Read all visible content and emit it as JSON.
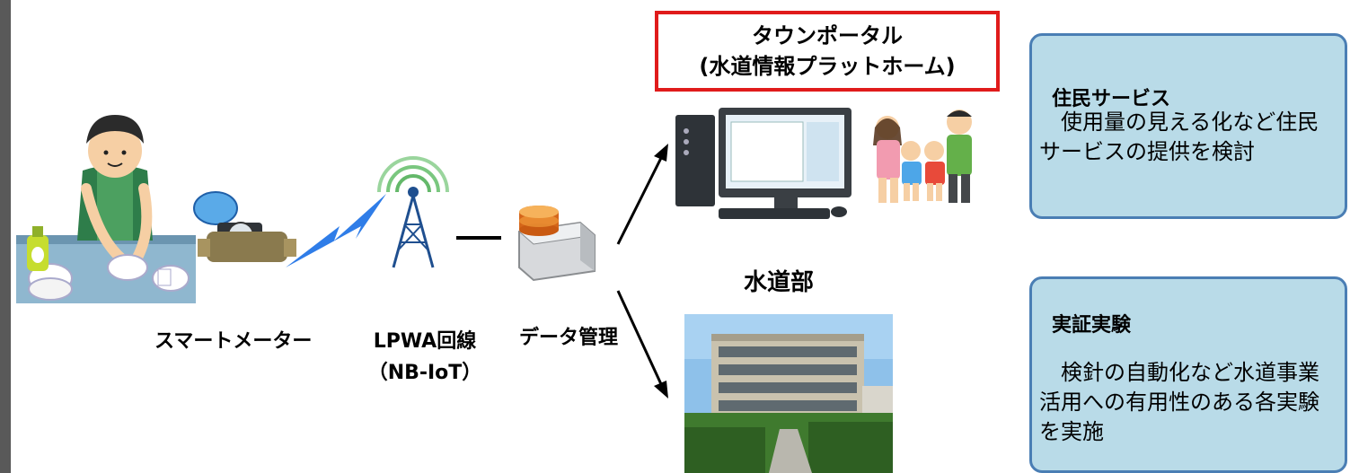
{
  "portal": {
    "line1": "タウンポータル",
    "line2": "(水道情報プラットホーム)"
  },
  "labels": {
    "smart_meter": "スマートメーター",
    "lpwa_line1": "LPWA回線",
    "lpwa_line2": "（NB-IoT）",
    "data_mgmt": "データ管理",
    "water_dept": "水道部"
  },
  "cards": {
    "resident": {
      "title": "住民サービス",
      "body": "　使用量の見える化など住民サービスの提供を検討"
    },
    "experiment": {
      "title": "実証実験",
      "body": "　検針の自動化など水道事業活用への有用性のある各実験を実施"
    }
  },
  "colors": {
    "portal_border": "#e01b1b",
    "card_fill": "#b9dbe8",
    "card_border": "#4a7eb4",
    "lightning": "#2f7de8"
  }
}
